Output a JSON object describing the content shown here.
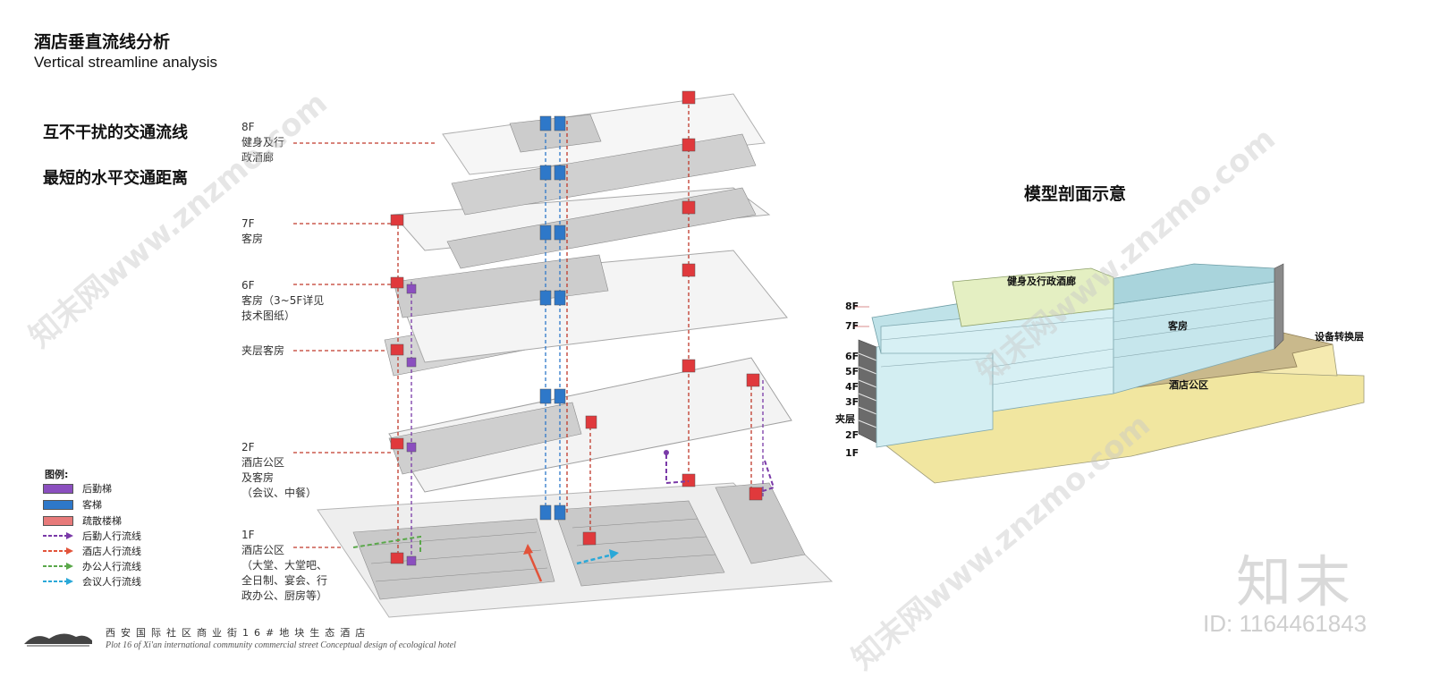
{
  "header": {
    "title_cn": "酒店垂直流线分析",
    "title_en": "Vertical streamline analysis"
  },
  "key_points": [
    "互不干扰的交通流线",
    "最短的水平交通距离"
  ],
  "floors": [
    {
      "code": "8F",
      "lines": [
        "健身及行",
        "政酒廊"
      ]
    },
    {
      "code": "7F",
      "lines": [
        "客房"
      ]
    },
    {
      "code": "6F",
      "lines": [
        "客房（3~5F详见",
        "技术图纸）"
      ]
    },
    {
      "code": "",
      "lines": [
        "夹层客房"
      ]
    },
    {
      "code": "2F",
      "lines": [
        "酒店公区",
        "及客房",
        "（会议、中餐）"
      ]
    },
    {
      "code": "1F",
      "lines": [
        "酒店公区",
        "（大堂、大堂吧、",
        "全日制、宴会、行",
        "政办公、厨房等）"
      ]
    }
  ],
  "legend": {
    "title": "图例:",
    "items": [
      {
        "label": "后勤梯",
        "kind": "swatch",
        "color": "#8b4fbf"
      },
      {
        "label": "客梯",
        "kind": "swatch",
        "color": "#2e78c9"
      },
      {
        "label": "疏散楼梯",
        "kind": "swatch",
        "color": "#e77a7a"
      },
      {
        "label": "后勤人行流线",
        "kind": "arrow",
        "color": "#7a3aa8"
      },
      {
        "label": "酒店人行流线",
        "kind": "arrow",
        "color": "#e2533a"
      },
      {
        "label": "办公人行流线",
        "kind": "arrow",
        "color": "#5aa84a"
      },
      {
        "label": "会议人行流线",
        "kind": "arrow",
        "color": "#2aa8d8"
      }
    ]
  },
  "section": {
    "title": "模型剖面示意",
    "floor_marks": [
      "8F",
      "7F",
      "6F",
      "5F",
      "4F",
      "3F",
      "夹层",
      "2F",
      "1F"
    ],
    "zones": {
      "fitness": "健身及行政酒廊",
      "rooms": "客房",
      "equipment": "设备转换层",
      "public": "酒店公区"
    }
  },
  "footer": {
    "project_cn": "西安国际社区商业街16#地块生态酒店",
    "project_en": "Plot 16 of Xi'an international community commercial street Conceptual design of ecological hotel"
  },
  "watermark": {
    "logo": "知末",
    "id": "ID: 1164461843",
    "text": "知末网www.znzmo.com"
  },
  "colors": {
    "service_lift": "#8b4fbf",
    "guest_lift": "#2e78c9",
    "fire_stair": "#e77a7a",
    "hotel_flow": "#e2533a",
    "rooms_block": "#cfe8ee",
    "fitness_block": "#e8f0c8",
    "public_block": "#f2e8a0",
    "equipment": "#c9b98c"
  }
}
